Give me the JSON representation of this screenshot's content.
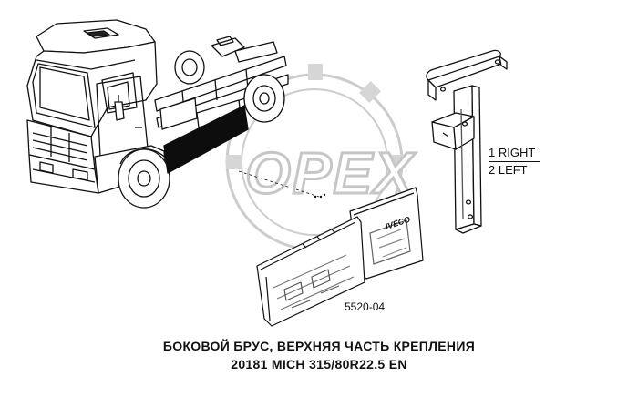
{
  "watermark": {
    "text": "OPEX",
    "color": "#c8c8c8"
  },
  "legend": {
    "right": "1 RIGHT",
    "left": "2 LEFT"
  },
  "part_number": "5520-04",
  "title": {
    "line1": "БОКОВОЙ БРУС, ВЕРХНЯЯ ЧАСТЬ КРЕПЛЕНИЯ",
    "line2": "20181  MICH 315/80R22.5 EN"
  },
  "panel_badge": "IVECO",
  "colors": {
    "ink": "#111111",
    "fill_dark": "#0d0d0d",
    "watermark": "#c8c8c8",
    "paper": "#ffffff"
  }
}
